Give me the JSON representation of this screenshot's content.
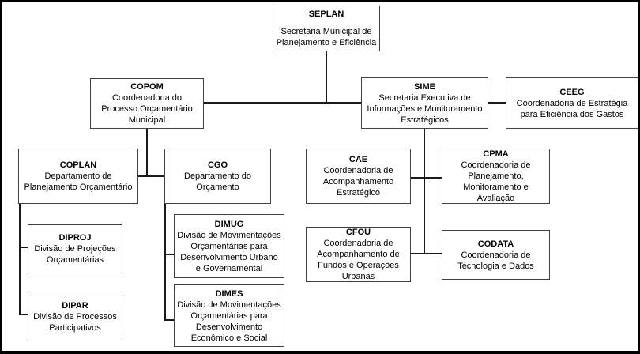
{
  "styles": {
    "box_border_color": "#404040",
    "connector_color": "#1a1a1a",
    "background_color": "#ffffff",
    "text_color": "#000000"
  },
  "org_chart": {
    "type": "organizational-chart",
    "nodes": {
      "seplan": {
        "acronym": "SEPLAN",
        "name": "Secretaria Municipal de Planejamento e Eficiência",
        "parent": null
      },
      "copom": {
        "acronym": "COPOM",
        "name": "Coordenadoria do Processo Orçamentário Municipal",
        "parent": "SEPLAN"
      },
      "sime": {
        "acronym": "SIME",
        "name": "Secretaria Executiva de Informações e Monitoramento Estratégicos",
        "parent": "SEPLAN"
      },
      "ceeg": {
        "acronym": "CEEG",
        "name": "Coordenadoria de Estratégia para Eficiência dos Gastos",
        "parent": "SIME"
      },
      "coplan": {
        "acronym": "COPLAN",
        "name": "Departamento de Planejamento Orçamentário",
        "parent": "COPOM"
      },
      "cgo": {
        "acronym": "CGO",
        "name": "Departamento do Orçamento",
        "parent": "COPOM"
      },
      "cae": {
        "acronym": "CAE",
        "name": "Coordenadoria de Acompanhamento Estratégico",
        "parent": "SIME"
      },
      "cpma": {
        "acronym": "CPMA",
        "name": "Coordenadoria de Planejamento, Monitoramento e Avaliação",
        "parent": "SIME"
      },
      "diproj": {
        "acronym": "DIPROJ",
        "name": "Divisão de Projeções Orçamentárias",
        "parent": "COPLAN"
      },
      "dipar": {
        "acronym": "DIPAR",
        "name": "Divisão de Processos Participativos",
        "parent": "COPLAN"
      },
      "dimug": {
        "acronym": "DIMUG",
        "name": "Divisão de Movimentações Orçamentárias para Desenvolvimento Urbano e Governamental",
        "parent": "CGO"
      },
      "dimes": {
        "acronym": "DIMES",
        "name": "Divisão de Movimentações Orçamentárias para Desenvolvimento Econômico e Social",
        "parent": "CGO"
      },
      "cfou": {
        "acronym": "CFOU",
        "name": "Coordenadoria de Acompanhamento de Fundos e Operações Urbanas",
        "parent": "SIME"
      },
      "codata": {
        "acronym": "CODATA",
        "name": "Coordenadoria de Tecnologia e Dados",
        "parent": "SIME"
      }
    }
  }
}
